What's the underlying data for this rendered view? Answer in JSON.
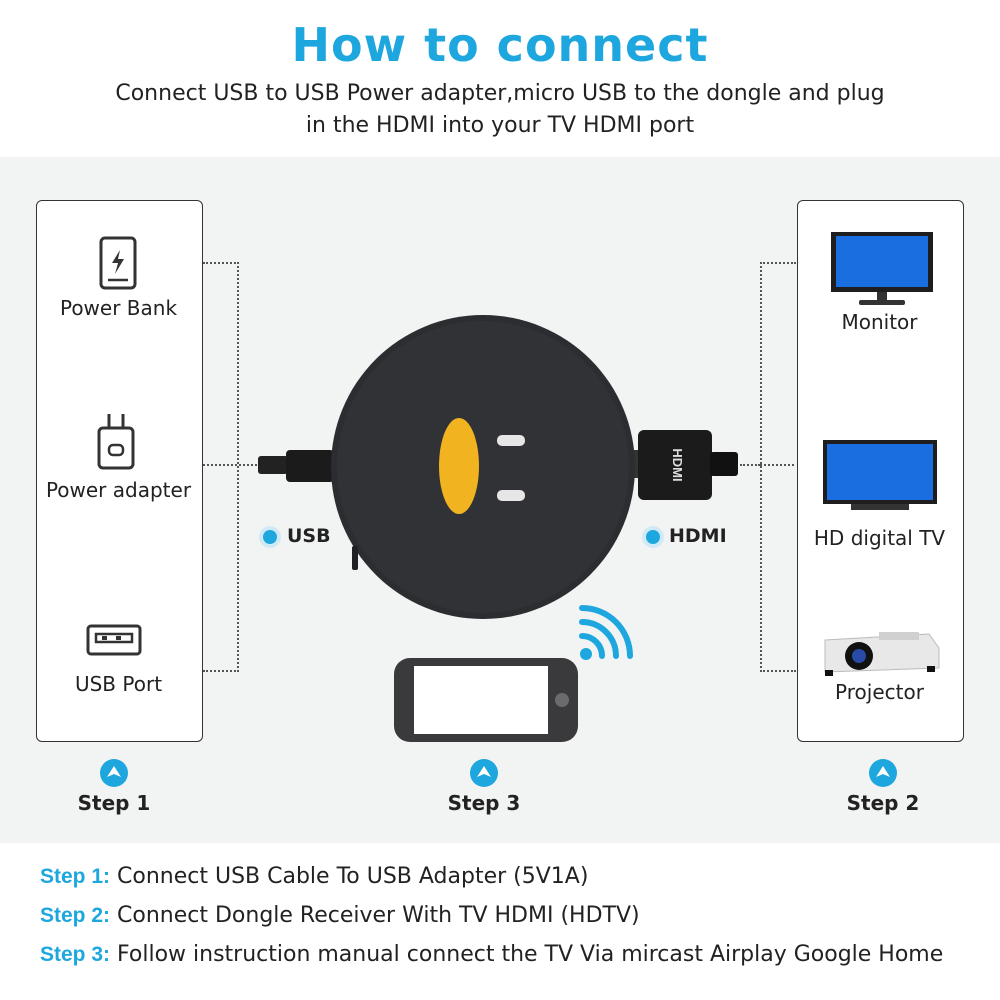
{
  "title": "How to connect",
  "subtitle_line1": "Connect USB to USB Power adapter,micro USB to the dongle and plug",
  "subtitle_line2": "in the HDMI into your TV HDMI port",
  "left_panel": {
    "items": [
      {
        "label": "Power Bank",
        "icon": "power-bank-icon"
      },
      {
        "label": "Power adapter",
        "icon": "power-adapter-icon"
      },
      {
        "label": "USB Port",
        "icon": "usb-port-icon"
      }
    ]
  },
  "right_panel": {
    "items": [
      {
        "label": "Monitor",
        "icon": "monitor-icon"
      },
      {
        "label": "HD digital TV",
        "icon": "tv-icon"
      },
      {
        "label": "Projector",
        "icon": "projector-icon"
      }
    ]
  },
  "connectors": {
    "usb": "USB",
    "hdmi": "HDMI",
    "hdmi_plug_text": "HDMI"
  },
  "steps_labels": {
    "left": "Step 1",
    "center": "Step 3",
    "right": "Step 2"
  },
  "instructions": [
    {
      "key": "Step 1:",
      "text": "Connect USB Cable To USB Adapter (5V1A)"
    },
    {
      "key": "Step 2:",
      "text": "Connect Dongle Receiver With TV HDMI (HDTV)"
    },
    {
      "key": "Step 3:",
      "text": "Follow instruction manual connect the TV Via mircast Airplay Google Home"
    }
  ],
  "colors": {
    "accent": "#1ea7de",
    "dongle": "#2b2d31",
    "dongle_logo": "#f2b321",
    "screen_blue": "#1565d8"
  }
}
